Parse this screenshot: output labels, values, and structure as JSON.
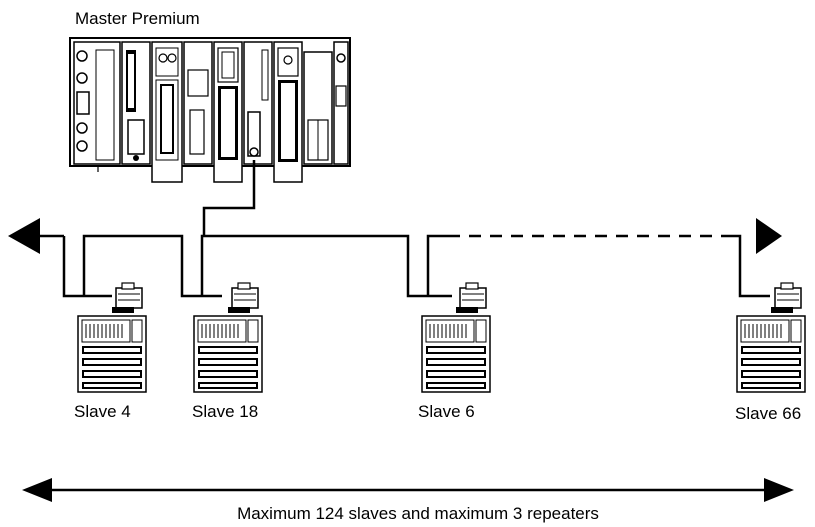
{
  "master": {
    "label": "Master Premium"
  },
  "slaves": [
    {
      "label": "Slave 4"
    },
    {
      "label": "Slave 18"
    },
    {
      "label": "Slave 6"
    },
    {
      "label": "Slave 66"
    }
  ],
  "footer": {
    "label": "Maximum 124 slaves and maximum 3 repeaters"
  }
}
